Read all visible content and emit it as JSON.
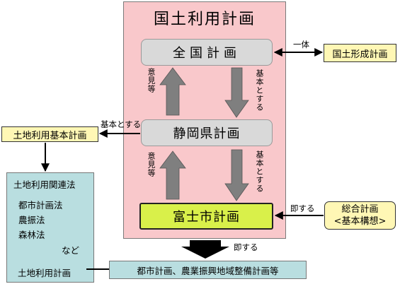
{
  "main": {
    "title": "国土利用計画",
    "national_plan": "全国計画",
    "prefecture_plan": "静岡県計画",
    "city_plan": "富士市計画",
    "arrow_upper_up": "意見等",
    "arrow_upper_down": "基本とする",
    "arrow_lower_up": "意見等",
    "arrow_lower_down": "基本とする"
  },
  "right": {
    "ittai_label": "一体",
    "land_formation_plan": "国土形成計画",
    "sokusuru_label": "即する",
    "comprehensive_line1": "総合計画",
    "comprehensive_line2": "<基本構想>"
  },
  "left": {
    "kihon_label": "基本とする",
    "land_basic_plan": "土地利用基本計画",
    "laws_title": "土地利用関連法",
    "laws": [
      "都市計画法",
      "農振法",
      "森林法"
    ],
    "etc": "など",
    "land_use_plan": "土地利用計画"
  },
  "bottom": {
    "sokusuru_label": "即する",
    "plans": "都市計画、農業振興地域整備計画等"
  },
  "colors": {
    "panel": "#f9c8cb",
    "gray_box": "#d9d9d9",
    "city_box": "#d9f04a",
    "yellow_box": "#fff7b5",
    "blue_box": "#b9dee0",
    "arrow_gray": "#7f7f7f"
  }
}
